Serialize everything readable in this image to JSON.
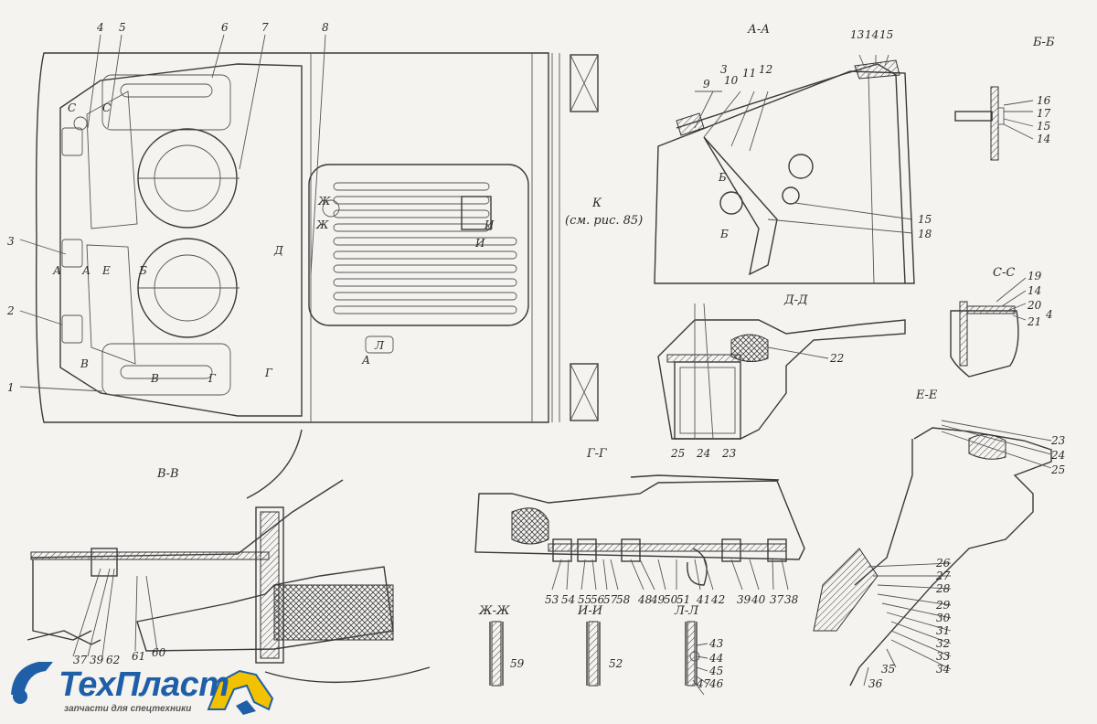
{
  "sections": {
    "aa": "А-А",
    "bb": "Б-Б",
    "vv": "В-В",
    "gg": "Г-Г",
    "dd": "Д-Д",
    "ee": "Е-Е",
    "ss": "С-С",
    "zhzh": "Ж-Ж",
    "ii": "И-И",
    "ll": "Л-Л"
  },
  "view_ref": {
    "k": "К",
    "see": "(см. рис. 85)"
  },
  "plan_letters": {
    "d": "Д",
    "zh": "Ж",
    "i": "И",
    "l": "Л",
    "a": "А",
    "b": "Б",
    "e": "Е",
    "v": "В",
    "g": "Г",
    "c": "С"
  },
  "parts_plan": [
    "1",
    "2",
    "3",
    "4",
    "5",
    "6",
    "7",
    "8"
  ],
  "parts_aa": [
    "3",
    "9",
    "10",
    "11",
    "12",
    "13",
    "14",
    "15",
    "15",
    "18"
  ],
  "parts_bb": [
    "16",
    "17",
    "15",
    "14"
  ],
  "parts_ss": [
    "19",
    "14",
    "20",
    "21",
    "4"
  ],
  "parts_dd": [
    "22",
    "25",
    "24",
    "23"
  ],
  "parts_ee": [
    "23",
    "24",
    "25",
    "26",
    "27",
    "28",
    "29",
    "30",
    "31",
    "32",
    "33",
    "34",
    "35",
    "36"
  ],
  "parts_vv": [
    "37",
    "39",
    "62",
    "61",
    "60"
  ],
  "parts_gg": [
    "53",
    "54",
    "55",
    "56",
    "57",
    "58",
    "48",
    "49",
    "50",
    "51",
    "41",
    "42",
    "39",
    "40",
    "37",
    "38"
  ],
  "parts_zh": [
    "59"
  ],
  "parts_i": [
    "52"
  ],
  "parts_l": [
    "43",
    "44",
    "45",
    "47",
    "46"
  ],
  "logo": {
    "brand": "ТехПласт",
    "tagline": "запчасти для спецтехники",
    "brand_color": "#1f5fa8",
    "accent_color": "#f2c200"
  }
}
